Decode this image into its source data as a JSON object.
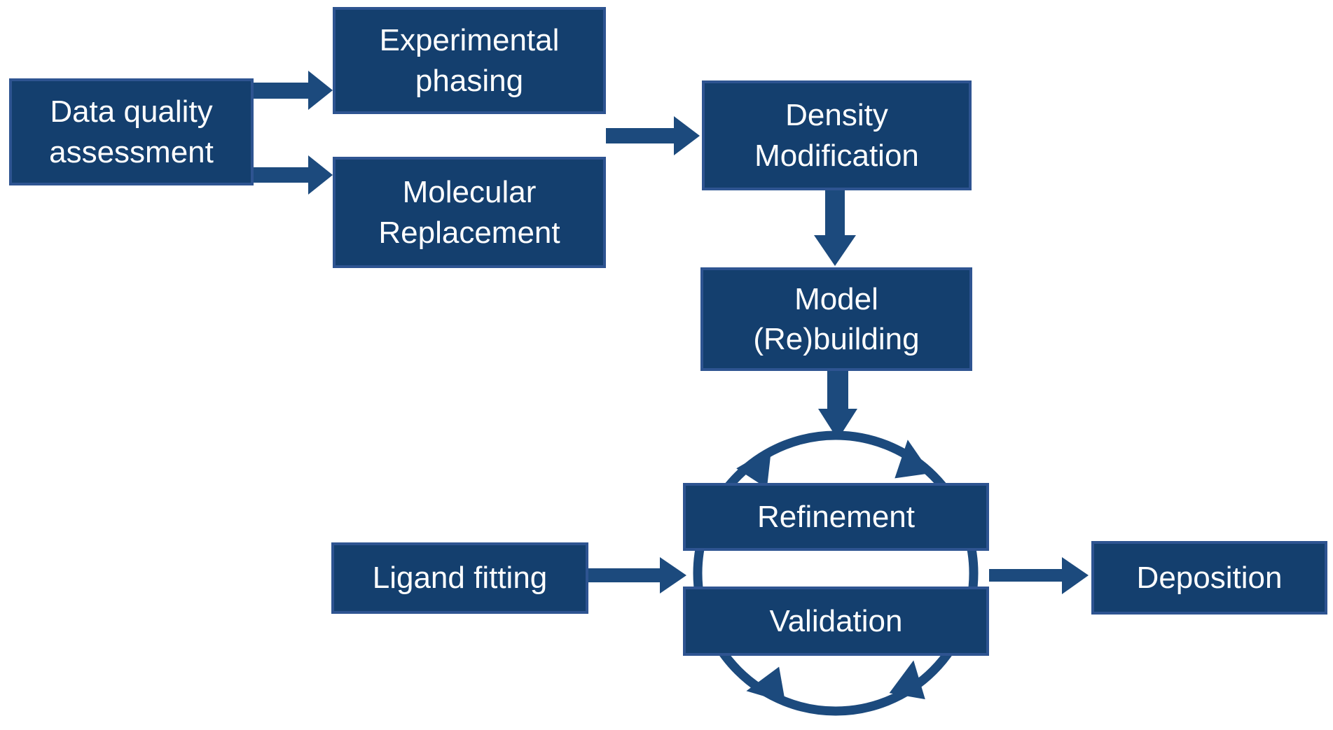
{
  "colors": {
    "background": "#ffffff",
    "box_fill": "#143f6e",
    "box_border": "#2e5491",
    "arrow": "#1c4a7d",
    "text": "#ffffff"
  },
  "boxes": {
    "data_quality": {
      "label": "Data quality\nassessment"
    },
    "experimental_phasing": {
      "label": "Experimental\nphasing"
    },
    "molecular_replacement": {
      "label": "Molecular\nReplacement"
    },
    "density_modification": {
      "label": "Density\nModification"
    },
    "model_rebuilding": {
      "label": "Model\n(Re)building"
    },
    "refinement": {
      "label": "Refinement"
    },
    "validation": {
      "label": "Validation"
    },
    "ligand_fitting": {
      "label": "Ligand fitting"
    },
    "deposition": {
      "label": "Deposition"
    }
  },
  "arrows": [
    {
      "from": "Data quality assessment",
      "to": "Experimental phasing"
    },
    {
      "from": "Data quality assessment",
      "to": "Molecular Replacement"
    },
    {
      "from": "Experimental phasing / Molecular Replacement",
      "to": "Density Modification"
    },
    {
      "from": "Density Modification",
      "to": "Model (Re)building"
    },
    {
      "from": "Model (Re)building",
      "to": "Refinement / Validation cycle"
    },
    {
      "from": "Ligand fitting",
      "to": "Refinement / Validation cycle"
    },
    {
      "from": "Refinement / Validation cycle",
      "to": "Deposition"
    }
  ],
  "cycle": {
    "between": [
      "Refinement",
      "Validation"
    ],
    "shape": "circular-arrows"
  }
}
